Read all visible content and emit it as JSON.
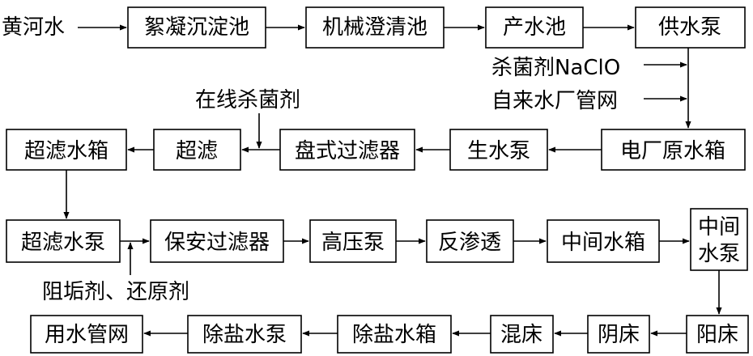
{
  "diagram": {
    "nodes": [
      {
        "id": "n1",
        "label": "絮凝沉淀池"
      },
      {
        "id": "n2",
        "label": "机械澄清池"
      },
      {
        "id": "n3",
        "label": "产水池"
      },
      {
        "id": "n4",
        "label": "供水泵"
      },
      {
        "id": "n5",
        "label": "电厂原水箱"
      },
      {
        "id": "n6",
        "label": "生水泵"
      },
      {
        "id": "n7",
        "label": "盘式过滤器"
      },
      {
        "id": "n8",
        "label": "超滤"
      },
      {
        "id": "n9",
        "label": "超滤水箱"
      },
      {
        "id": "n10",
        "label": "超滤水泵"
      },
      {
        "id": "n11",
        "label": "保安过滤器"
      },
      {
        "id": "n12",
        "label": "高压泵"
      },
      {
        "id": "n13",
        "label": "反渗透"
      },
      {
        "id": "n14",
        "label": "中间水箱"
      },
      {
        "id": "n15",
        "label": "中间水泵"
      },
      {
        "id": "n16",
        "label": "阳床"
      },
      {
        "id": "n17",
        "label": "阴床"
      },
      {
        "id": "n18",
        "label": "混床"
      },
      {
        "id": "n19",
        "label": "除盐水箱"
      },
      {
        "id": "n20",
        "label": "除盐水泵"
      },
      {
        "id": "n21",
        "label": "用水管网"
      }
    ],
    "labels": {
      "source": "黄河水",
      "additive_naclo": "杀菌剂NaClO",
      "city_water": "自来水厂管网",
      "online_bactericide": "在线杀菌剂",
      "antiscalant_reductant": "阻垢剂、还原剂"
    }
  }
}
